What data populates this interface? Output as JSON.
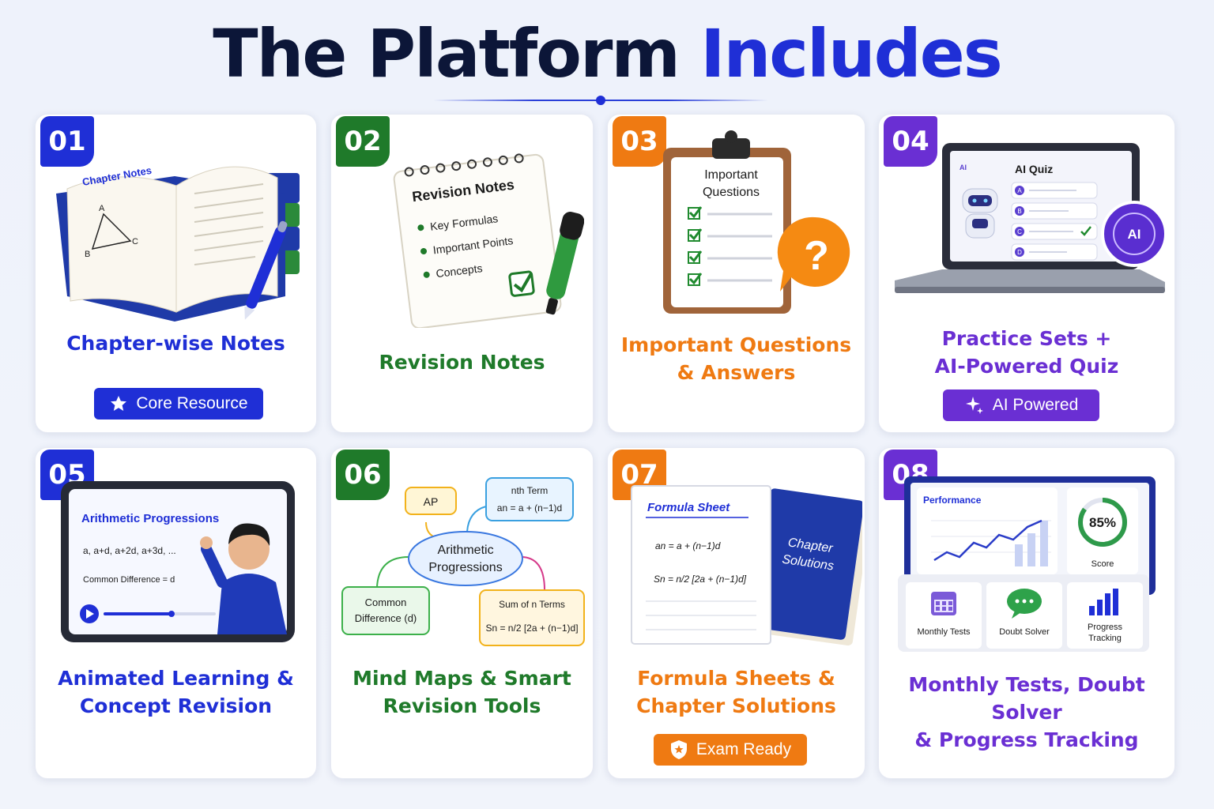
{
  "title": {
    "main": "The Platform",
    "accent": "Includes"
  },
  "cards": [
    {
      "num": "01",
      "label": [
        "Chapter-wise Notes"
      ],
      "badge": "Core Resource",
      "art": {
        "book_title": "Chapter Notes",
        "v1": "A",
        "v2": "B",
        "v3": "C"
      }
    },
    {
      "num": "02",
      "label": [
        "Revision Notes"
      ],
      "art": {
        "pad_title": "Revision Notes",
        "items": [
          "Key Formulas",
          "Important Points",
          "Concepts"
        ]
      }
    },
    {
      "num": "03",
      "label": [
        "Important Questions",
        "& Answers"
      ],
      "art": {
        "clip_title_1": "Important",
        "clip_title_2": "Questions",
        "mark": "?"
      }
    },
    {
      "num": "04",
      "label": [
        "Practice Sets +",
        "AI-Powered Quiz"
      ],
      "badge": "AI Powered",
      "art": {
        "screen_title": "AI Quiz",
        "options": [
          "A",
          "B",
          "C",
          "D"
        ],
        "chip": "AI",
        "ai_mark": "AI"
      }
    },
    {
      "num": "05",
      "label": [
        "Animated Learning &",
        "Concept Revision"
      ],
      "art": {
        "topic": "Arithmetic Progressions",
        "sequence": "a, a+d, a+2d, a+3d, ...",
        "difference": "Common Difference = d"
      }
    },
    {
      "num": "06",
      "label": [
        "Mind Maps & Smart",
        "Revision Tools"
      ],
      "art": {
        "center_1": "Arithmetic",
        "center_2": "Progressions",
        "ap": "AP",
        "nth_1": "nth Term",
        "nth_2": "an = a + (n−1)d",
        "cd_1": "Common",
        "cd_2": "Difference (d)",
        "sum_1": "Sum of n Terms",
        "sum_2": "Sn = n/2 [2a + (n−1)d]"
      }
    },
    {
      "num": "07",
      "label": [
        "Formula Sheets &",
        "Chapter Solutions"
      ],
      "badge": "Exam Ready",
      "art": {
        "sheet_title": "Formula Sheet",
        "f1": "an = a + (n−1)d",
        "f2": "Sn = n/2 [2a + (n−1)d]",
        "book_1": "Chapter",
        "book_2": "Solutions"
      }
    },
    {
      "num": "08",
      "label": [
        "Monthly Tests, Doubt Solver",
        "& Progress Tracking"
      ],
      "art": {
        "perf": "Performance",
        "score_value": "85%",
        "score_label": "Score",
        "score_fraction": 0.85,
        "tile_1": "Monthly Tests",
        "tile_2": "Doubt Solver",
        "tile_3a": "Progress",
        "tile_3b": "Tracking"
      }
    }
  ],
  "colors": {
    "blue": "#1f2fd6",
    "green": "#1f7a2a",
    "orange": "#ef7a12",
    "purple": "#6a2fd3",
    "navy": "#0c1638"
  },
  "icons": {
    "core_badge": "star-icon",
    "ai_badge": "sparkle-icon",
    "exam_badge": "shield-star-icon"
  }
}
